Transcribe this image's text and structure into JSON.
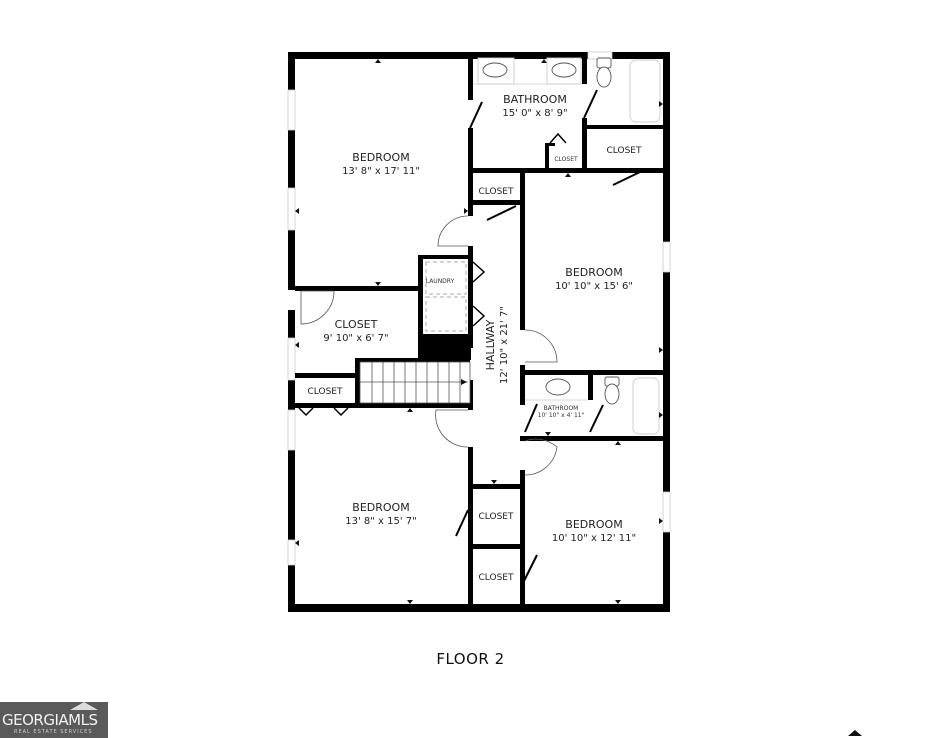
{
  "floor_label": "FLOOR 2",
  "logo": {
    "brand": "GEORGIAMLS",
    "brand_bold": "GEORGIA",
    "brand_light": "MLS",
    "tagline": "REAL ESTATE SERVICES",
    "color": "#5a5a5a"
  },
  "rooms": [
    {
      "id": "bedroom-nw",
      "name": "BEDROOM",
      "dimensions": "13' 8\" x 17' 11\""
    },
    {
      "id": "bathroom-main",
      "name": "BATHROOM",
      "dimensions": "15' 0\" x 8' 9\""
    },
    {
      "id": "closet-bath-small",
      "name": "CLOSET",
      "dimensions": ""
    },
    {
      "id": "closet-ne",
      "name": "CLOSET",
      "dimensions": ""
    },
    {
      "id": "closet-hall-top",
      "name": "CLOSET",
      "dimensions": ""
    },
    {
      "id": "laundry",
      "name": "LAUNDRY",
      "dimensions": ""
    },
    {
      "id": "bedroom-ne",
      "name": "BEDROOM",
      "dimensions": "10' 10\" x 15' 6\""
    },
    {
      "id": "closet-walkin",
      "name": "CLOSET",
      "dimensions": "9' 10\" x 6' 7\""
    },
    {
      "id": "hallway",
      "name": "HALLWAY",
      "dimensions": "12' 10\" x 21' 7\""
    },
    {
      "id": "closet-west",
      "name": "CLOSET",
      "dimensions": ""
    },
    {
      "id": "bathroom-small",
      "name": "BATHROOM",
      "dimensions": "10' 10\" x 4' 11\""
    },
    {
      "id": "bedroom-sw",
      "name": "BEDROOM",
      "dimensions": "13' 8\" x 15' 7\""
    },
    {
      "id": "closet-hall-mid",
      "name": "CLOSET",
      "dimensions": ""
    },
    {
      "id": "closet-hall-bottom",
      "name": "CLOSET",
      "dimensions": ""
    },
    {
      "id": "bedroom-se",
      "name": "BEDROOM",
      "dimensions": "10' 10\" x 12' 11\""
    }
  ],
  "colors": {
    "wall": "#000000",
    "background": "#ffffff",
    "text": "#222222"
  }
}
